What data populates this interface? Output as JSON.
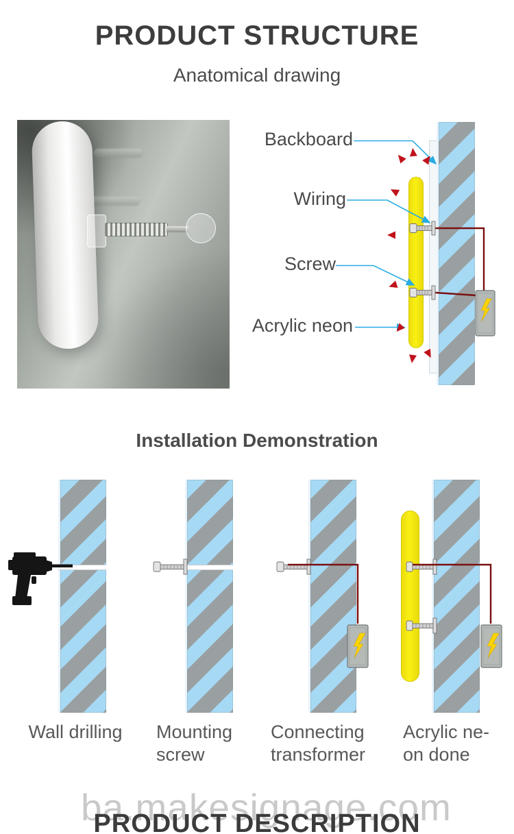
{
  "header": {
    "title": "PRODUCT STRUCTURE",
    "subtitle": "Anatomical drawing"
  },
  "anatomy": {
    "labels": {
      "backboard": "Backboard",
      "wiring": "Wiring",
      "screw": "Screw",
      "acrylic_neon": "Acrylic neon"
    }
  },
  "installation": {
    "title": "Installation Demonstration",
    "steps": [
      {
        "line1": "Wall drilling",
        "line2": ""
      },
      {
        "line1": "Mounting",
        "line2": "screw"
      },
      {
        "line1": "Connecting",
        "line2": "transformer"
      },
      {
        "line1": "Acrylic ne-",
        "line2": "on done"
      }
    ]
  },
  "footer": {
    "watermark": "ba.makesignage.com",
    "title": "PRODUCT DESCRIPTION"
  },
  "colors": {
    "accent_cyan": "#29abe2",
    "neon_yellow": "#f7ec13",
    "wall_blue": "#a6d9f4",
    "stripe_gray": "#9aa0a2",
    "glow_arrow_red": "#c1121c",
    "wire_dark_red": "#7a1010",
    "transformer_gray": "#b5bab7",
    "lightning_yellow": "#ffd400",
    "title_gray": "#3d3d3d",
    "watermark_gray": "#c9c9c9"
  }
}
